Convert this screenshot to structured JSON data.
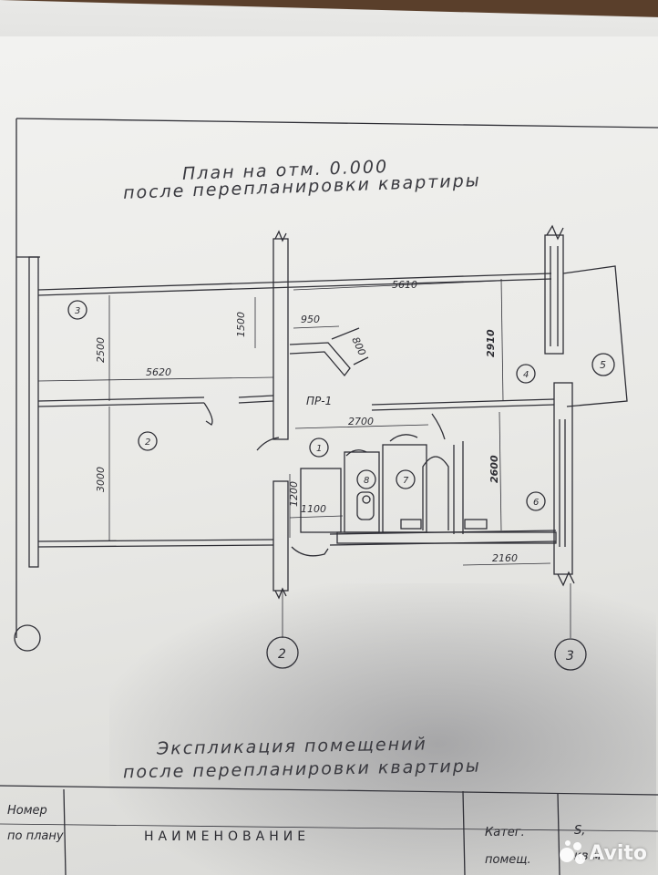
{
  "plan": {
    "title_line1": "План на отм. 0.000",
    "title_line2": "после перепланировки квартиры"
  },
  "explication": {
    "title_line1": "Экспликация помещений",
    "title_line2": "после перепланировки квартиры",
    "col_number_line1": "Номер",
    "col_number_line2": "по плану",
    "col_name": "НАИМЕНОВАНИЕ",
    "col_cat_line1": "Катег.",
    "col_cat_line2": "помещ.",
    "col_area_line1": "S,",
    "col_area_line2": "кв.м"
  },
  "dimensions": {
    "d5610": "5610",
    "d1500": "1500",
    "d950": "950",
    "d800": "800",
    "d2500": "2500",
    "d5620": "5620",
    "d2910": "2910",
    "d2700": "2700",
    "d3000": "3000",
    "d1200": "1200",
    "d1100": "1100",
    "d2600": "2600",
    "d2160": "2160",
    "opening": "ПР-1"
  },
  "rooms": [
    "1",
    "2",
    "3",
    "4",
    "5",
    "6",
    "7",
    "8"
  ],
  "axes": [
    "2",
    "3"
  ],
  "watermark": {
    "text": "Avito"
  }
}
